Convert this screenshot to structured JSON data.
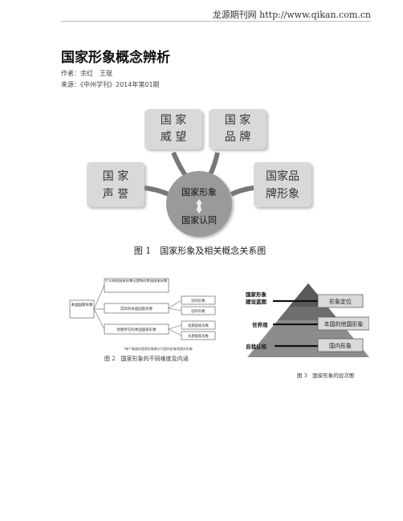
{
  "header": {
    "site": "龙源期刊网 http://www.qikan.com.cn"
  },
  "article": {
    "title": "国家形象概念辨析",
    "authors": "作者：余红　王琨",
    "source": "来源：《中州学刊》2014年第01期"
  },
  "figure1": {
    "box_prestige_1": "国 家",
    "box_prestige_2": "威 望",
    "box_brand_1": "国 家",
    "box_brand_2": "品 牌",
    "box_reputation_1": "国 家",
    "box_reputation_2": "声 誉",
    "box_form_1": "国家品",
    "box_form_2": "牌形象",
    "center_top": "国家形象",
    "center_bottom": "国家认同",
    "caption": "图 1　国家形象及相关概念关系图"
  },
  "figure2": {
    "root": "本国国家形象",
    "branch_1": "什么样的国家形象在建构的本国国家形象",
    "branch_2": "实际的本国国家形象",
    "branch_3": "他者所见的本国国家形象",
    "leaf_1": "国内形象",
    "leaf_2": "国外形象",
    "leaf_3": "短期国家形象",
    "leaf_4": "长期国家形象",
    "note": "*每个维度的国家形象都分为国内形象和国外形象",
    "caption": "图 2　国家形象的不同维度及内涵"
  },
  "figure3": {
    "label_1a": "国家形象",
    "label_1b": "建设蓝图",
    "label_2": "世界观",
    "label_3": "自我认知",
    "tier_1": "形象定位",
    "tier_2": "本国的他国形象",
    "tier_3": "国内形象",
    "caption": "图 3　国家形象的层次图"
  }
}
